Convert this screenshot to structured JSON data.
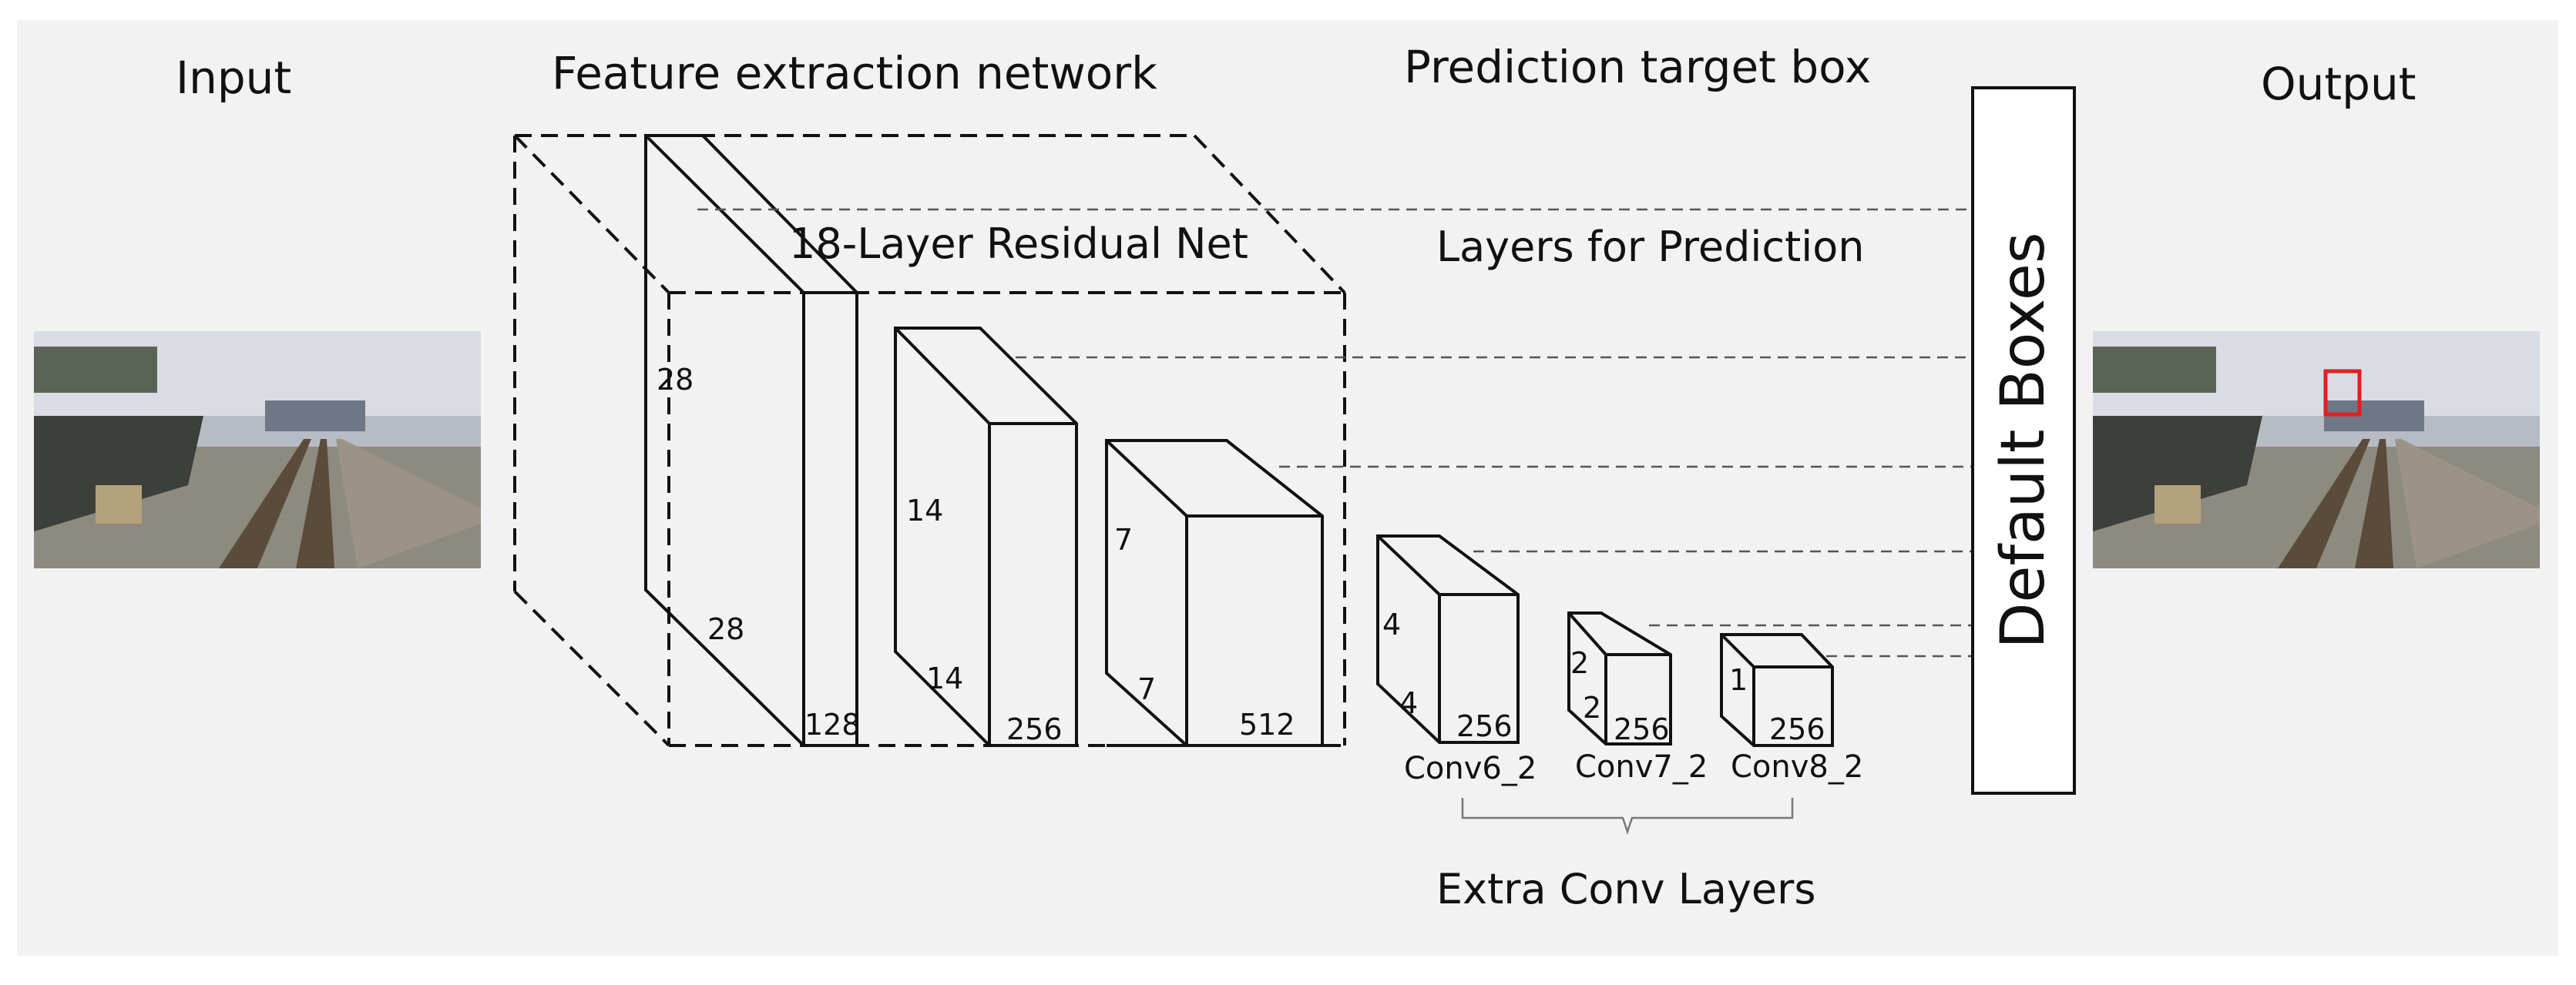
{
  "headings": {
    "input": "Input",
    "feature_network": "Feature extraction network",
    "prediction_target_box": "Prediction target box",
    "output": "Output"
  },
  "residual_net_label": "18-Layer Residual Net",
  "layers_for_prediction": "Layers for Prediction",
  "default_boxes": "Default Boxes",
  "extra_conv_layers": "Extra Conv Layers",
  "blocks": [
    {
      "height_label": "28",
      "width_label": "28",
      "depth_label": "128"
    },
    {
      "height_label": "14",
      "width_label": "14",
      "depth_label": "256"
    },
    {
      "height_label": "7",
      "width_label": "7",
      "depth_label": "512"
    },
    {
      "height_label": "4",
      "width_label": "4",
      "depth_label": "256",
      "name": "Conv6_2"
    },
    {
      "height_label": "2",
      "width_label": "2",
      "depth_label": "256",
      "name": "Conv7_2"
    },
    {
      "height_label": "1",
      "depth_label": "256",
      "name": "Conv8_2"
    }
  ],
  "colors": {
    "background": "#f2f2f2",
    "line": "#111111",
    "dashed_connector": "#555555",
    "detection_box": "#e02020"
  },
  "icons": {
    "input_image": "railway-track-photo",
    "output_image": "railway-track-photo-with-detection"
  }
}
